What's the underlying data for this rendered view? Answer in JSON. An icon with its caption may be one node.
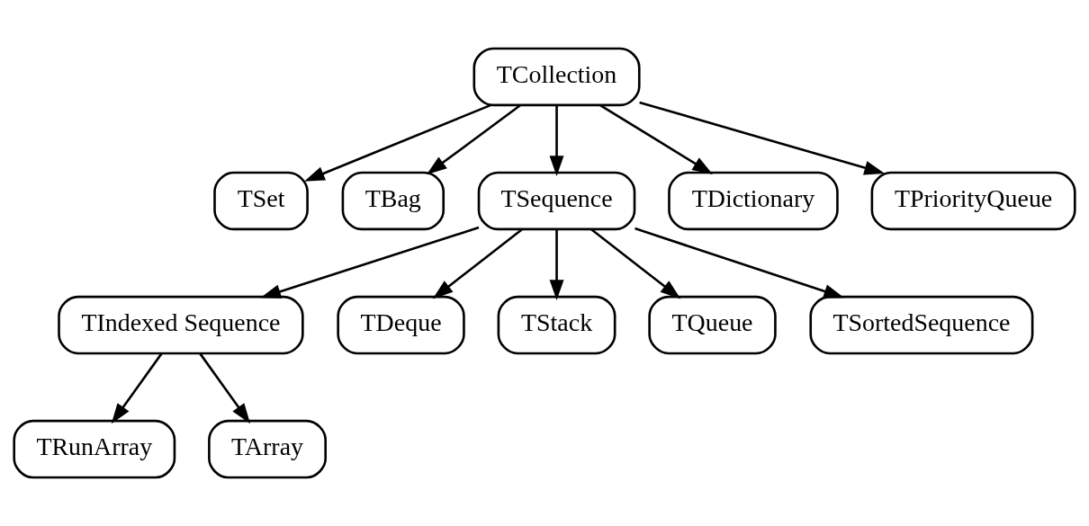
{
  "diagram": {
    "nodes": [
      {
        "text": [
          "TCollection"
        ]
      },
      {
        "text": [
          "TSet"
        ]
      },
      {
        "text": [
          "TBag"
        ]
      },
      {
        "text": [
          "TSequence"
        ]
      },
      {
        "text": [
          "TDictionary"
        ]
      },
      {
        "text": [
          "TPriorityQueue"
        ]
      },
      {
        "text": [
          "TIndexed Sequence"
        ]
      },
      {
        "text": [
          "TDeque"
        ]
      },
      {
        "text": [
          "TStack"
        ]
      },
      {
        "text": [
          "TQueue"
        ]
      },
      {
        "text": [
          "TSortedSequence"
        ]
      },
      {
        "text": [
          "TRunArray"
        ]
      },
      {
        "text": [
          "TArray"
        ]
      }
    ],
    "edges": [
      {
        "from": 0,
        "to": 1,
        "arrow": "to"
      },
      {
        "from": 0,
        "to": 2,
        "arrow": "to"
      },
      {
        "from": 0,
        "to": 3,
        "arrow": "to"
      },
      {
        "from": 0,
        "to": 4,
        "arrow": "to"
      },
      {
        "from": 0,
        "to": 5,
        "arrow": "to"
      },
      {
        "from": 3,
        "to": 6,
        "arrow": "to"
      },
      {
        "from": 3,
        "to": 7,
        "arrow": "to"
      },
      {
        "from": 3,
        "to": 10,
        "arrow": "to"
      },
      {
        "from": 3,
        "to": 8,
        "arrow": "to"
      },
      {
        "from": 3,
        "to": 9,
        "arrow": "to"
      },
      {
        "from": 6,
        "to": 11,
        "arrow": "to"
      },
      {
        "from": 6,
        "to": 12,
        "arrow": "to"
      }
    ]
  }
}
